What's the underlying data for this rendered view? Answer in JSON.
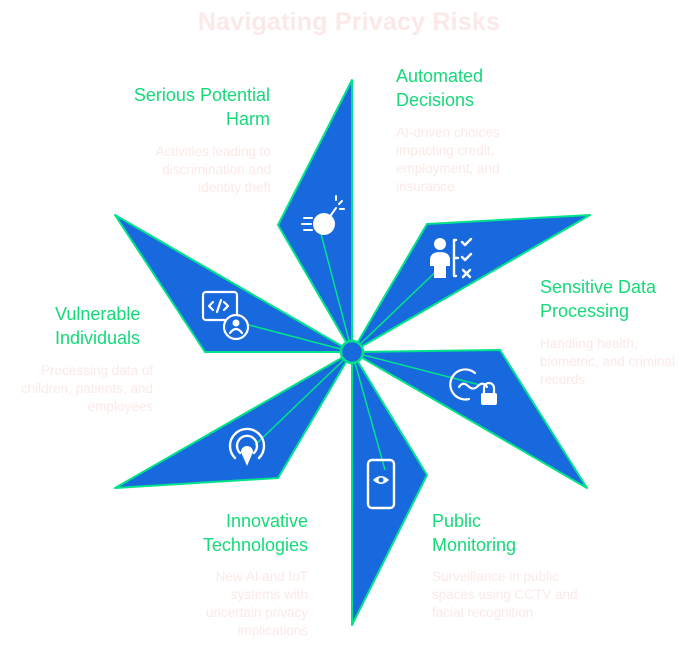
{
  "title": "Navigating Privacy Risks",
  "colors": {
    "blade_fill": "#1769dd",
    "blade_edge": "#00e38a",
    "label": "#16d97a",
    "description": "#fbe9e7",
    "icon": "#ffffff"
  },
  "items": [
    {
      "title": "Serious Potential Harm",
      "description": "Activities leading to discrimination and identity theft",
      "icon": "bomb-icon"
    },
    {
      "title": "Automated Decisions",
      "description": "AI-driven choices impacting credit, employment, and insurance",
      "icon": "decision-checklist-icon"
    },
    {
      "title": "Sensitive Data Processing",
      "description": "Handling health, biometric, and criminal records",
      "icon": "encrypted-data-icon"
    },
    {
      "title": "Public Monitoring",
      "description": "Surveillance in public spaces using CCTV and facial recognition",
      "icon": "phone-eye-icon"
    },
    {
      "title": "Innovative Technologies",
      "description": "New AI and IoT systems with uncertain privacy implications",
      "icon": "radar-pin-icon"
    },
    {
      "title": "Vulnerable Individuals",
      "description": "Processing data of children, patients, and employees",
      "icon": "code-user-icon"
    }
  ]
}
